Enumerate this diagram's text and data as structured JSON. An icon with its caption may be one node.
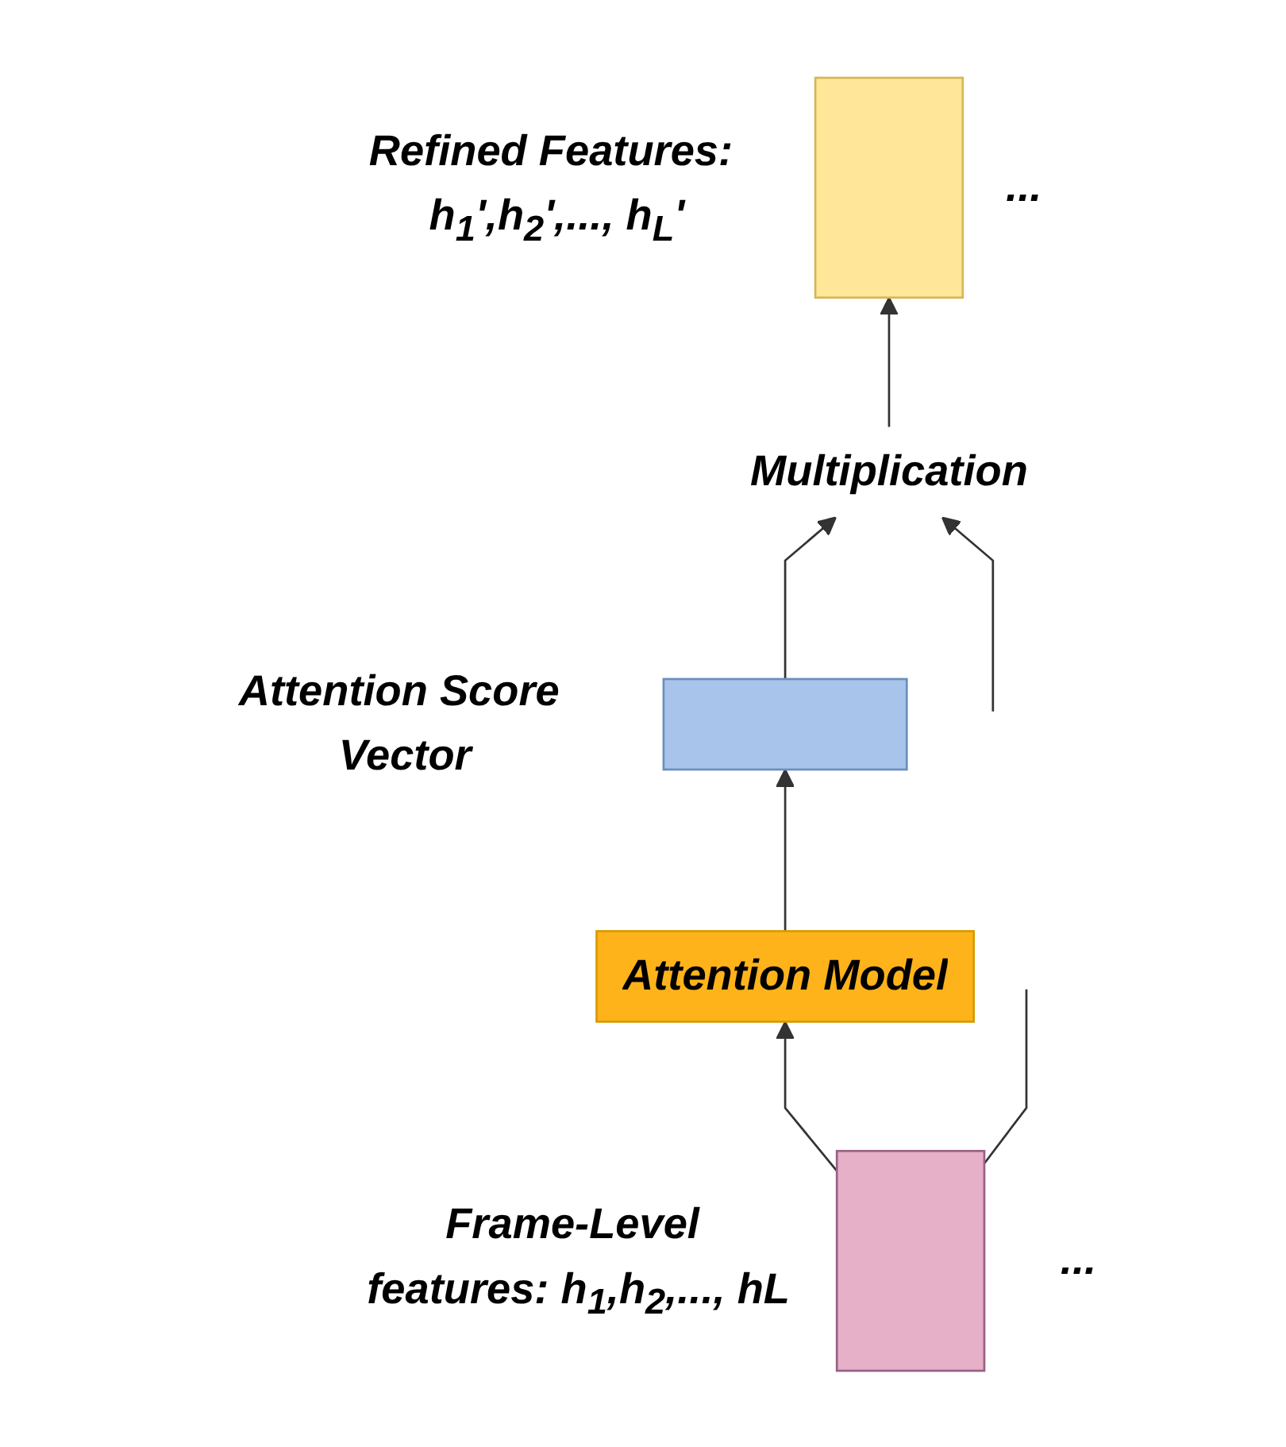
{
  "diagram": {
    "nodes": [
      {
        "text": [],
        "shape": "box",
        "beside": [
          "Refined Features: h$_{1}$',h$_{2}$',..., h$_{L}$'",
          "..."
        ]
      },
      {
        "text": [
          "Multiplication"
        ]
      },
      {
        "text": [],
        "shape": "bar",
        "beside": [
          "Attention Score Vector"
        ]
      },
      {
        "text": [
          "Attention Model"
        ]
      },
      {
        "text": [],
        "shape": "box",
        "beside": [
          "Frame-Level features: h$_{1}$,h$_{2}$,..., hL",
          "..."
        ]
      }
    ],
    "edges": [
      {
        "from": 1,
        "to": 0,
        "arrow": "to"
      },
      {
        "from": 2,
        "to": 1,
        "arrow": "to"
      },
      {
        "from": 3,
        "to": 2,
        "arrow": "to"
      },
      {
        "from": 4,
        "to": 3,
        "arrow": "to"
      },
      {
        "from": 4,
        "to": null,
        "arrow": "none"
      },
      {
        "from": null,
        "to": 1,
        "arrow": "to"
      }
    ]
  }
}
